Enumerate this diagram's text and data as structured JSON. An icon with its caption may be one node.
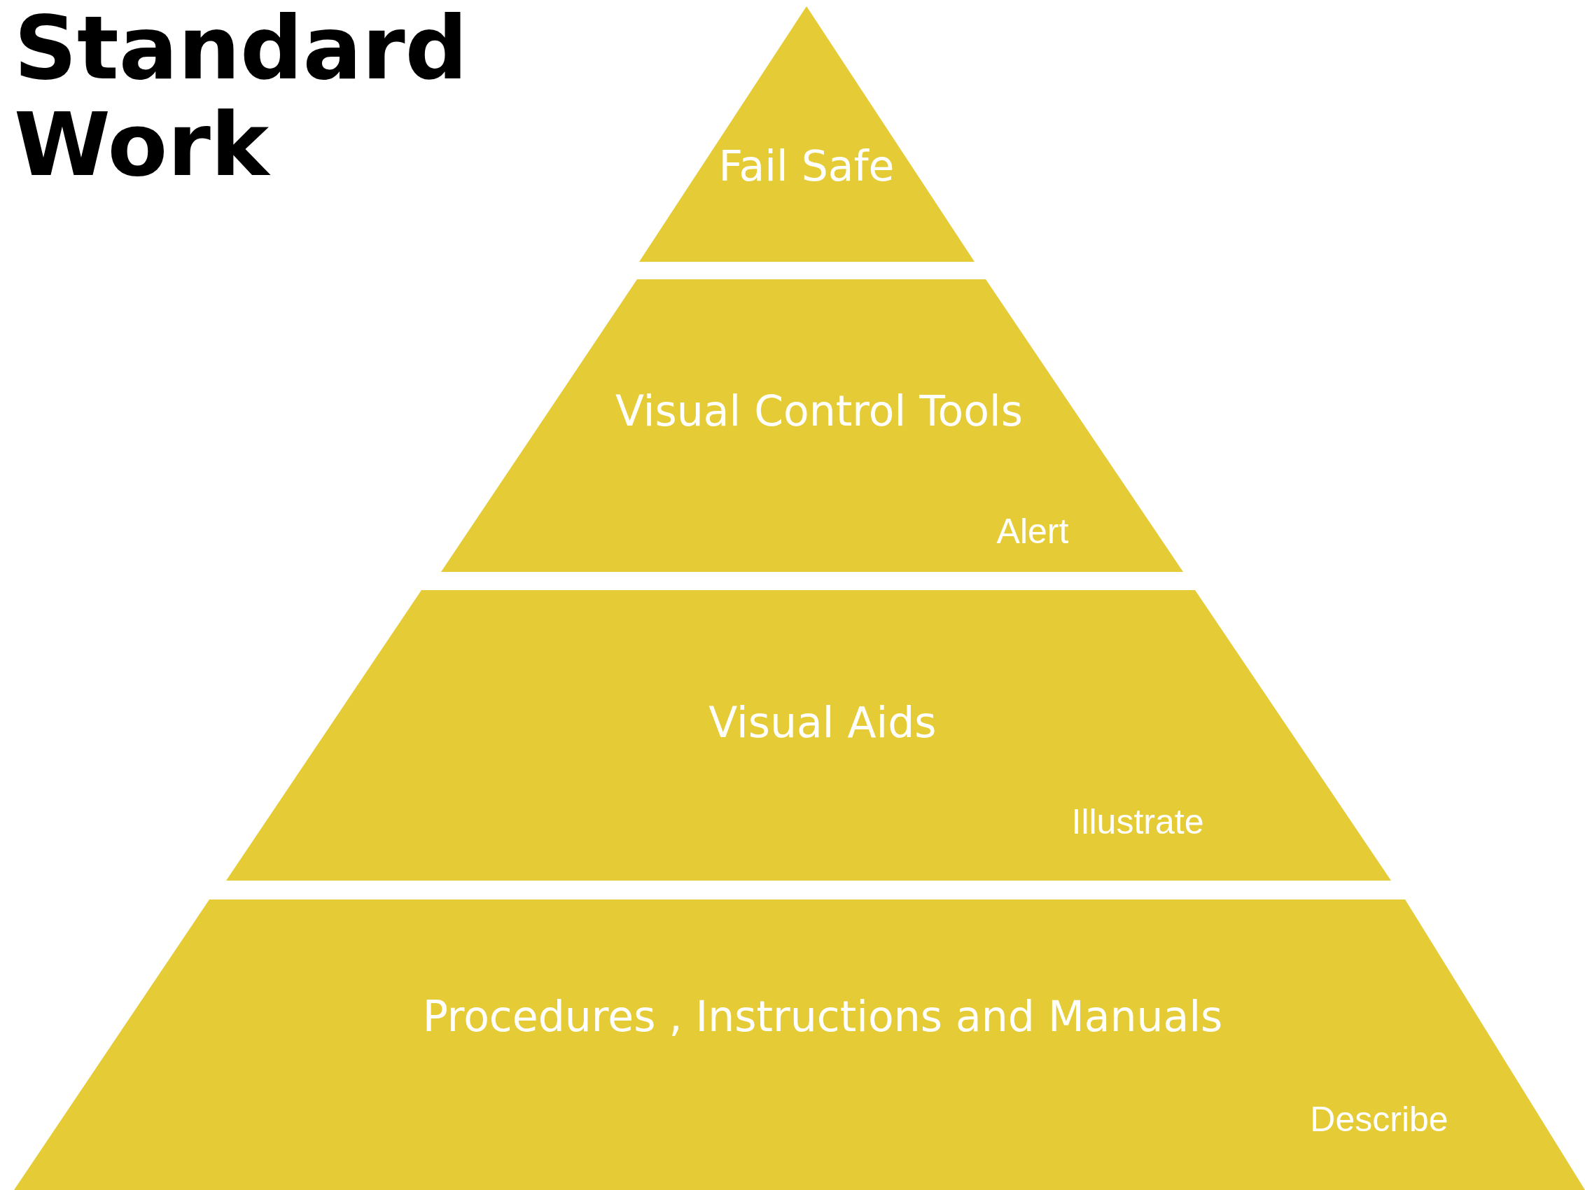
{
  "diagram": {
    "title": "Standard Work",
    "nodes": [
      {
        "text": [
          "Fail Safe"
        ]
      },
      {
        "text": [
          "Visual Control Tools",
          "Alert"
        ]
      },
      {
        "text": [
          "Visual Aids",
          "Illustrate"
        ]
      },
      {
        "text": [
          "Procedures , Instructions and Manuals",
          "Describe"
        ]
      }
    ],
    "edges": []
  }
}
